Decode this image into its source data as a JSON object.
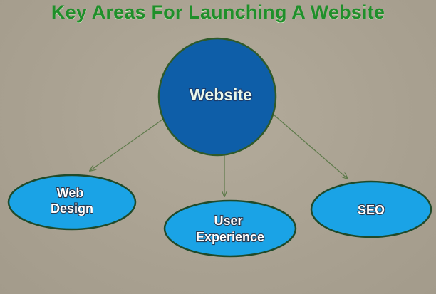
{
  "title": "Key Areas For Launching A Website",
  "colors": {
    "title": "#1f8f2a",
    "center_fill": "#0e5ea8",
    "center_stroke": "#2f5a2a",
    "child_fill": "#1aa3e6",
    "child_stroke": "#1f4a2a",
    "edge": "#5e7a4a"
  },
  "center": {
    "label": "Website"
  },
  "children": [
    {
      "lines": [
        "Web",
        "Design"
      ]
    },
    {
      "lines": [
        "User",
        "Experience"
      ]
    },
    {
      "lines": [
        "SEO"
      ]
    }
  ]
}
